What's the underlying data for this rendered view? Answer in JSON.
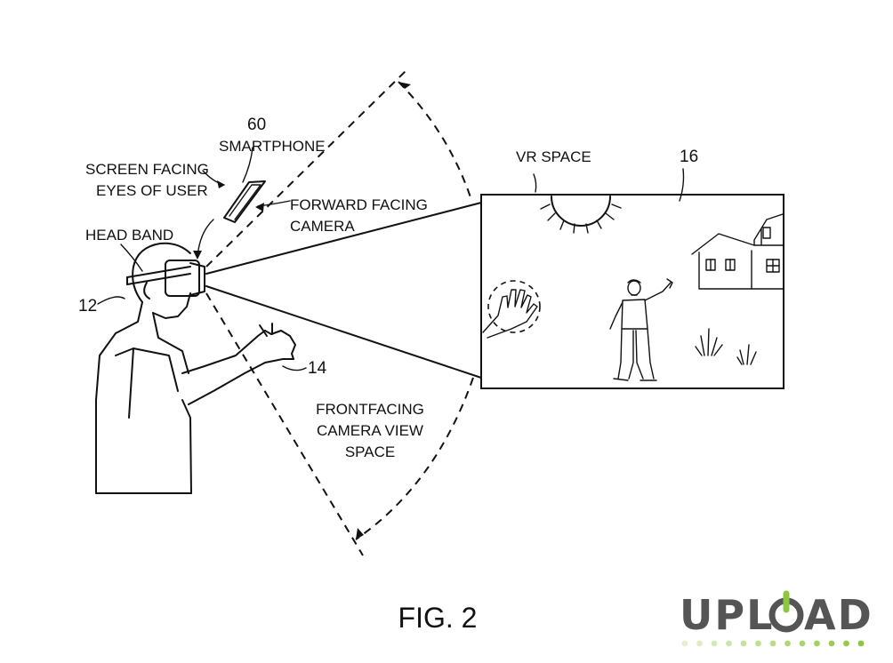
{
  "labels": {
    "smartphone_number": "60",
    "smartphone": "SMARTPHONE",
    "screen_facing_line1": "SCREEN FACING",
    "screen_facing_line2": "EYES OF USER",
    "forward_camera_line1": "FORWARD FACING",
    "forward_camera_line2": "CAMERA",
    "head_band": "HEAD BAND",
    "user_number": "12",
    "hand_number": "14",
    "vr_space": "VR SPACE",
    "vr_number": "16",
    "view_space_line1": "FRONTFACING",
    "view_space_line2": "CAMERA VIEW",
    "view_space_line3": "SPACE"
  },
  "figure_caption": "FIG. 2",
  "logo": {
    "text_part1": "UPL",
    "text_part2": "AD",
    "color_text": "#555555",
    "color_accent": "#8dc63f"
  }
}
